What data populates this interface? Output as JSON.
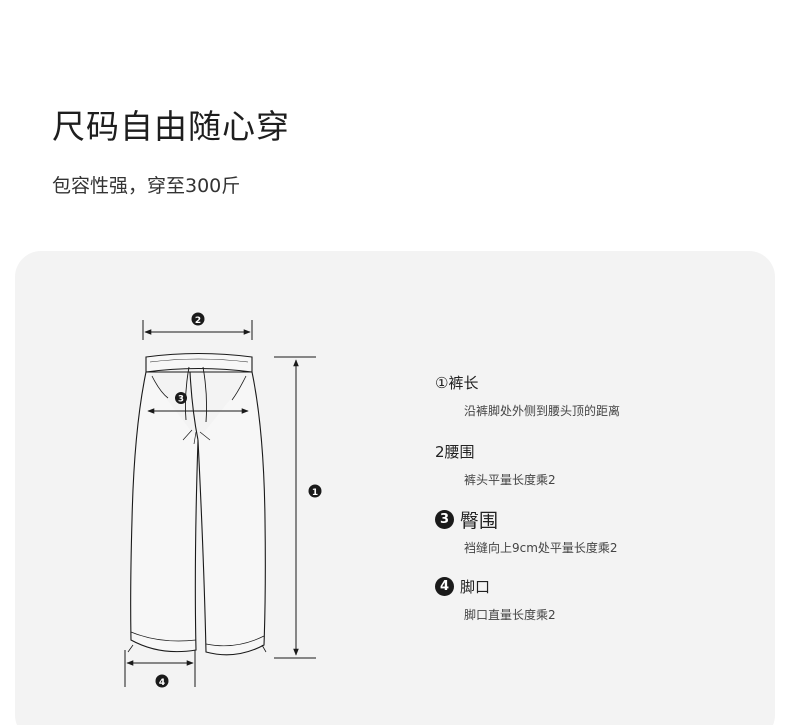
{
  "header": {
    "title": "尺码自由随心穿",
    "subtitle": "包容性强，穿至300斤"
  },
  "diagram": {
    "markers": {
      "length": "1",
      "waist": "2",
      "hip": "3",
      "hem": "4"
    }
  },
  "legend": {
    "items": [
      {
        "marker": "①",
        "name": "裤长",
        "desc": "沿裤脚处外侧到腰头顶的距离"
      },
      {
        "marker": "2",
        "name": "腰围",
        "desc": "裤头平量长度乘2"
      },
      {
        "marker": "3",
        "name": "臀围",
        "desc": "裆缝向上9cm处平量长度乘2"
      },
      {
        "marker": "4",
        "name": "脚口",
        "desc": "脚口直量长度乘2"
      }
    ]
  },
  "colors": {
    "card_background": "#f3f3f3",
    "line": "#1a1a1a"
  }
}
